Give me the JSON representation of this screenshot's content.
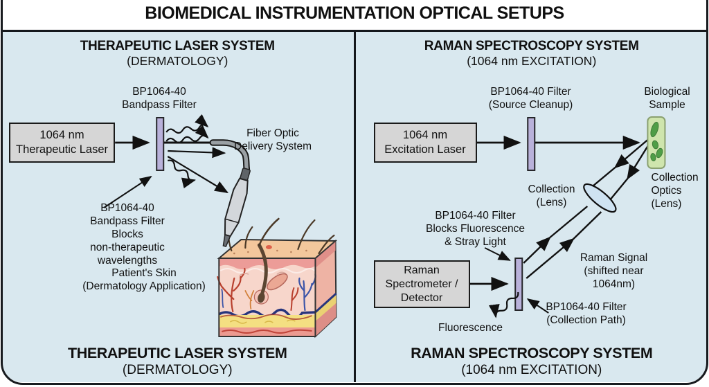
{
  "title": "BIOMEDICAL INSTRUMENTATION OPTICAL SETUPS",
  "left_panel": {
    "header_line1": "THERAPEUTIC LASER SYSTEM",
    "header_line2": "(DERMATOLOGY)",
    "filter_label_top": "BP1064-40\nBandpass Filter",
    "laser_box": "1064 nm\nTherapeutic Laser",
    "filter_note": "BP1064-40\nBandpass Filter\nBlocks\nnon-therapeutic\nwavelengths",
    "fiber_label": "Fiber Optic\nDelivery System",
    "skin_label": "Patient's Skin\n(Dermatology Application)",
    "footer_line1": "THERAPEUTIC LASER SYSTEM",
    "footer_line2": "(DERMATOLOGY)"
  },
  "right_panel": {
    "header_line1": "RAMAN SPECTROSCOPY SYSTEM",
    "header_line2": "(1064 nm EXCITATION)",
    "source_filter_label": "BP1064-40 Filter\n(Source Cleanup)",
    "sample_label": "Biological\nSample",
    "laser_box": "1064 nm\nExcitation Laser",
    "collection_lens_label": "Collection\n(Lens)",
    "collection_optics_label": "Collection\nOptics\n(Lens)",
    "collection_filter_note": "BP1064-40 Filter\nBlocks Fluorescence\n& Stray Light",
    "spectrometer_box": "Raman\nSpectrometer /\nDetector",
    "raman_signal_label": "Raman Signal\n(shifted near 1064nm)",
    "collection_filter_label": "BP1064-40 Filter\n(Collection Path)",
    "fluorescence_label": "Fluorescence",
    "footer_line1": "RAMAN SPECTROSCOPY SYSTEM",
    "footer_line2": "(1064 nm EXCITATION)"
  },
  "colors": {
    "panel_bg": "#d9e8ef",
    "box_bg": "#d6d6d6",
    "border": "#15181c",
    "filter": "#b9b1da",
    "sample_bg": "#cfe5ad",
    "sample_blob": "#4f9e47",
    "lens": "#cfe3f2",
    "beam": "#111111",
    "cable": "#9aa0a4",
    "skin_top": "#f3c79c",
    "skin_epidermis": "#ec9c98",
    "skin_dermis": "#f7d6cb",
    "skin_fat": "#f4df82",
    "skin_bottom": "#ec9a90",
    "vessel_red": "#b8402e",
    "vessel_blue": "#3c55a8"
  }
}
